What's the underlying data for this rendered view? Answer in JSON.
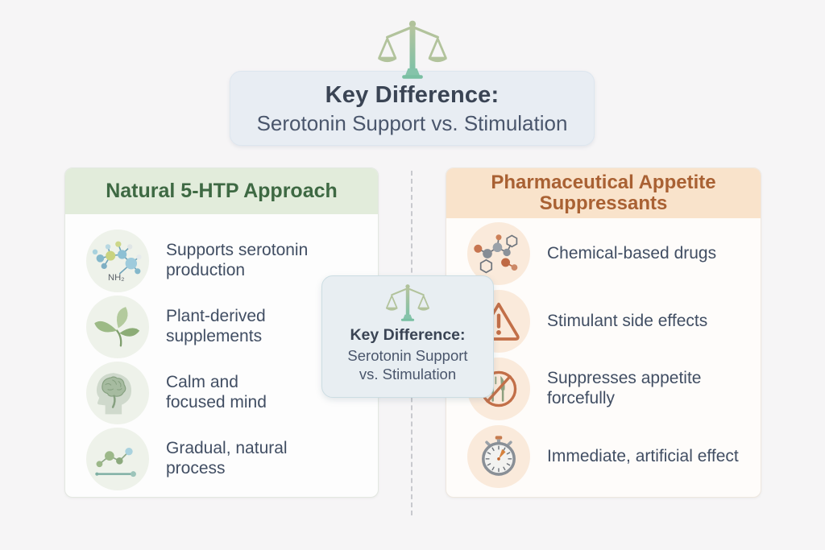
{
  "colors": {
    "page_bg": "#f6f5f6",
    "header_box_bg": "#e8edf3",
    "left_band_bg": "#e2ecdb",
    "right_band_bg": "#f9e3cb",
    "left_title_color": "#3e6943",
    "right_title_color": "#a96133",
    "body_text_color": "#414e63",
    "accent_orange": "#c26f48",
    "accent_sage": "#b5c49e",
    "accent_teal": "#85c3aa"
  },
  "header": {
    "icon": "balance-scale-icon",
    "title": "Key Difference:",
    "subtitle": "Serotonin Support vs. Stimulation"
  },
  "center_card": {
    "icon": "balance-scale-icon",
    "title": "Key Difference:",
    "subtitle": "Serotonin Support\nvs. Stimulation"
  },
  "left_panel": {
    "title": "Natural 5-HTP Approach",
    "items": [
      {
        "icon": "serotonin-molecule-icon",
        "molecule_label": "NH₂",
        "text": "Supports serotonin\nproduction"
      },
      {
        "icon": "plant-leaves-icon",
        "text": "Plant-derived\nsupplements"
      },
      {
        "icon": "calm-brain-icon",
        "text": "Calm and\nfocused mind"
      },
      {
        "icon": "gradual-progress-icon",
        "text": "Gradual, natural\nprocess"
      }
    ]
  },
  "right_panel": {
    "title": "Pharmaceutical Appetite\nSuppressants",
    "items": [
      {
        "icon": "chemical-molecule-icon",
        "text": "Chemical-based drugs"
      },
      {
        "icon": "warning-triangle-icon",
        "text": "Stimulant side effects"
      },
      {
        "icon": "no-food-icon",
        "text": "Suppresses appetite\nforcefully"
      },
      {
        "icon": "stopwatch-icon",
        "text": "Immediate, artificial effect"
      }
    ]
  }
}
